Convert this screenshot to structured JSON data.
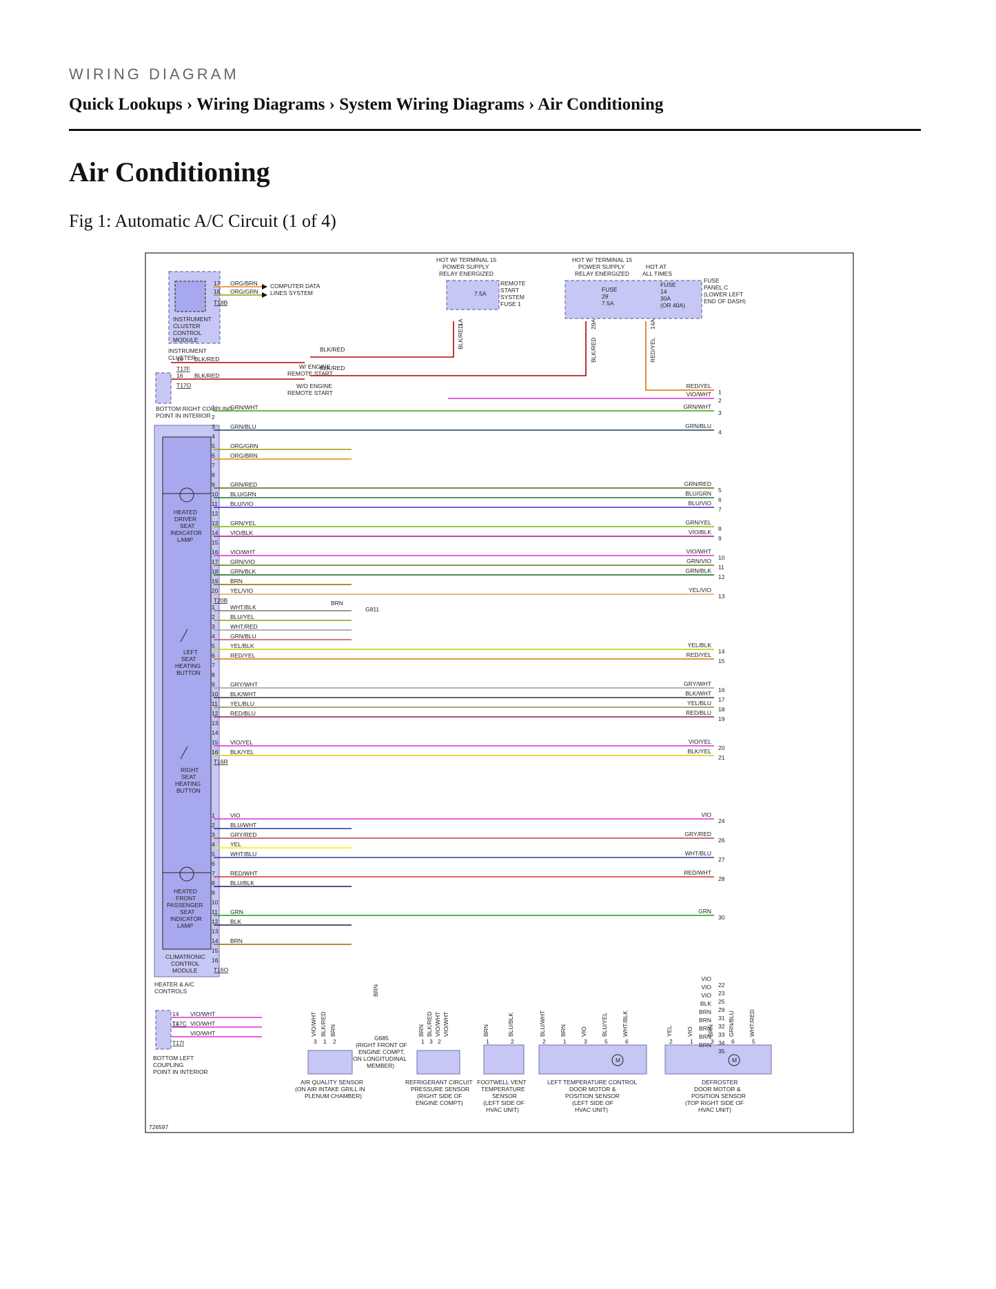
{
  "header": {
    "kicker": "WIRING DIAGRAM",
    "breadcrumb": "Quick Lookups › Wiring Diagrams › System Wiring Diagrams › Air Conditioning",
    "title": "Air Conditioning",
    "figure_caption": "Fig 1: Automatic A/C Circuit (1 of 4)"
  },
  "diagram": {
    "figure_id": "726597",
    "power": {
      "relay1_top": "HOT W/ TERMINAL 15",
      "relay1_mid": "POWER SUPPLY",
      "relay1_bot": "RELAY ENERGIZED",
      "relay2_top": "HOT W/ TERMINAL 15",
      "relay2_mid": "POWER SUPPLY",
      "relay2_bot": "RELAY ENERGIZED",
      "hot_top": "HOT AT",
      "hot_bot": "ALL TIMES",
      "fuse_75": "7.5A",
      "remote_1": "REMOTE",
      "remote_2": "START",
      "remote_3": "SYSTEM",
      "remote_4": "FUSE 1",
      "fuse29_a": "FUSE",
      "fuse29_b": "29",
      "fuse29_c": "7.5A",
      "fuse14_a": "FUSE",
      "fuse14_b": "14",
      "fuse14_c": "30A",
      "fuse14_d": "(OR 40A)",
      "panel_1": "FUSE",
      "panel_2": "PANEL C",
      "panel_3": "(LOWER LEFT",
      "panel_4": "END OF DASH)",
      "pin_1a": "1A",
      "pin_29a": "29A",
      "pin_14a": "14A",
      "wire_blkred": "BLK/RED",
      "wire_redyel": "RED/YEL",
      "eng_rs_1": "W/ ENGINE",
      "eng_rs_2": "REMOTE START",
      "wo_rs_1": "W/O ENGINE",
      "wo_rs_2": "REMOTE START"
    },
    "labels": {
      "ic1": "INSTRUMENT",
      "ic2": "CLUSTER",
      "ic3": "CONTROL",
      "ic4": "MODULE",
      "icm1": "INSTRUMENT",
      "icm2": "CLUSTER",
      "cd1": "COMPUTER DATA",
      "cd2": "LINES SYSTEM",
      "t18b": "T18B",
      "t17f": "T17F",
      "t17o": "T17O",
      "t20b": "T20B",
      "t16r": "T16R",
      "t16o": "T16O",
      "t17c": "T17C",
      "t17i": "T17I",
      "brc1": "BOTTOM RIGHT COUPLING",
      "brc2": "POINT IN INTERIOR",
      "hd1": "HEATED",
      "hd2": "DRIVER",
      "hd3": "SEAT",
      "hd4": "INDICATOR",
      "hd5": "LAMP",
      "ls1": "LEFT",
      "ls2": "SEAT",
      "ls3": "HEATING",
      "ls4": "BUTTON",
      "rs1": "RIGHT",
      "rs2": "SEAT",
      "rs3": "HEATING",
      "rs4": "BUTTON",
      "hp1": "HEATED",
      "hp2": "FRONT",
      "hp3": "PASSENGER",
      "hp4": "SEAT",
      "hp5": "INDICATOR",
      "hp6": "LAMP",
      "cm1": "CLIMATRONIC",
      "cm2": "CONTROL",
      "cm3": "MODULE",
      "hc1": "HEATER & A/C",
      "hc2": "CONTROLS",
      "blc1": "BOTTOM LEFT",
      "blc2": "COUPLING",
      "blc3": "POINT IN INTERIOR",
      "g811": "G811",
      "g685": "G685",
      "g685_1": "(RIGHT FRONT OF",
      "g685_2": "ENGINE COMPT,",
      "g685_3": "ON LONGITUDINAL",
      "g685_4": "MEMBER)",
      "aq1": "AIR QUALITY SENSOR",
      "aq2": "(ON AIR INTAKE GRILL IN",
      "aq3": "PLENUM CHAMBER)",
      "rc1": "REFRIGERANT CIRCUIT",
      "rc2": "PRESSURE SENSOR",
      "rc3": "(RIGHT SIDE OF",
      "rc4": "ENGINE COMPT)",
      "fv1": "FOOTWELL VENT",
      "fv2": "TEMPERATURE",
      "fv3": "SENSOR",
      "fv4": "(LEFT SIDE OF",
      "fv5": "HVAC UNIT)",
      "lt1": "LEFT TEMPERATURE CONTROL",
      "lt2": "DOOR MOTOR &",
      "lt3": "POSITION SENSOR",
      "lt4": "(LEFT SIDE OF",
      "lt5": "HVAC UNIT)",
      "df1": "DEFROSTER",
      "df2": "DOOR MOTOR &",
      "df3": "POSITION SENSOR",
      "df4": "(TOP RIGHT SIDE OF",
      "df5": "HVAC UNIT)",
      "motor": "M"
    },
    "top_wires": [
      {
        "pin": "17",
        "name": "ORG/BRN",
        "color": "#e08a00"
      },
      {
        "pin": "18",
        "name": "ORG/GRN",
        "color": "#8fa000"
      }
    ],
    "coupling_wires": [
      {
        "pin": "16",
        "name": "BLK/RED",
        "color": "#b00000"
      },
      {
        "pin": "16",
        "name": "BLK/RED",
        "color": "#b00000"
      }
    ],
    "t20b_wires": [
      {
        "pin": "1",
        "name": "GRN/WHT",
        "color": "#3aa000",
        "right": "GRN/WHT",
        "num": "3"
      },
      {
        "pin": "2",
        "name": "",
        "color": "",
        "right": "",
        "num": ""
      },
      {
        "pin": "3",
        "name": "GRN/BLU",
        "color": "#1f3a5a",
        "right": "GRN/BLU",
        "num": "4"
      },
      {
        "pin": "4",
        "name": "",
        "color": "",
        "right": "",
        "num": ""
      },
      {
        "pin": "5",
        "name": "ORG/GRN",
        "color": "#8fa000",
        "right": "",
        "num": ""
      },
      {
        "pin": "6",
        "name": "ORG/BRN",
        "color": "#e08a00",
        "right": "",
        "num": ""
      },
      {
        "pin": "7",
        "name": "",
        "color": "",
        "right": "",
        "num": ""
      },
      {
        "pin": "8",
        "name": "",
        "color": "",
        "right": "",
        "num": ""
      },
      {
        "pin": "9",
        "name": "GRN/RED",
        "color": "#6b5a00",
        "right": "GRN/RED",
        "num": "5"
      },
      {
        "pin": "10",
        "name": "BLU/GRN",
        "color": "#1f6a3a",
        "right": "BLU/GRN",
        "num": "6"
      },
      {
        "pin": "11",
        "name": "BLU/VIO",
        "color": "#4b1fd6",
        "right": "BLU/VIO",
        "num": "7"
      },
      {
        "pin": "12",
        "name": "",
        "color": "",
        "right": "",
        "num": ""
      },
      {
        "pin": "13",
        "name": "GRN/YEL",
        "color": "#7ab800",
        "right": "GRN/YEL",
        "num": "8"
      },
      {
        "pin": "14",
        "name": "VIO/BLK",
        "color": "#a0108a",
        "right": "VIO/BLK",
        "num": "9"
      },
      {
        "pin": "15",
        "name": "",
        "color": "",
        "right": "",
        "num": ""
      },
      {
        "pin": "16",
        "name": "VIO/WHT",
        "color": "#e02ad4",
        "right": "VIO/WHT",
        "num": "10"
      },
      {
        "pin": "17",
        "name": "GRN/VIO",
        "color": "#5a7a1a",
        "right": "GRN/VIO",
        "num": "11"
      },
      {
        "pin": "18",
        "name": "GRN/BLK",
        "color": "#0a6a0a",
        "right": "GRN/BLK",
        "num": "12"
      },
      {
        "pin": "19",
        "name": "BRN",
        "color": "#8a6a00",
        "right": "",
        "num": ""
      },
      {
        "pin": "20",
        "name": "YEL/VIO",
        "color": "#e0a060",
        "right": "YEL/VIO",
        "num": "13"
      }
    ],
    "g811_wire": "BRN",
    "t16r_wires": [
      {
        "pin": "1",
        "name": "WHT/BLK",
        "color": "#777777",
        "right": "",
        "num": ""
      },
      {
        "pin": "2",
        "name": "BLU/YEL",
        "color": "#9a9a00",
        "right": "",
        "num": ""
      },
      {
        "pin": "3",
        "name": "WHT/RED",
        "color": "#999999",
        "right": "",
        "num": ""
      },
      {
        "pin": "4",
        "name": "GRN/BLU",
        "color": "#c05050",
        "right": "",
        "num": ""
      },
      {
        "pin": "5",
        "name": "YEL/BLK",
        "color": "#c8c800",
        "right": "YEL/BLK",
        "num": "14"
      },
      {
        "pin": "6",
        "name": "RED/YEL",
        "color": "#e07000",
        "right": "RED/YEL",
        "num": "15"
      },
      {
        "pin": "7",
        "name": "",
        "color": "",
        "right": "",
        "num": ""
      },
      {
        "pin": "8",
        "name": "",
        "color": "",
        "right": "",
        "num": ""
      },
      {
        "pin": "9",
        "name": "GRY/WHT",
        "color": "#9a9a9a",
        "right": "GRY/WHT",
        "num": "16"
      },
      {
        "pin": "10",
        "name": "BLK/WHT",
        "color": "#333333",
        "right": "BLK/WHT",
        "num": "17"
      },
      {
        "pin": "11",
        "name": "YEL/BLU",
        "color": "#8a8a40",
        "right": "YEL/BLU",
        "num": "18"
      },
      {
        "pin": "12",
        "name": "RED/BLU",
        "color": "#a01040",
        "right": "RED/BLU",
        "num": "19"
      },
      {
        "pin": "13",
        "name": "",
        "color": "",
        "right": "",
        "num": ""
      },
      {
        "pin": "14",
        "name": "",
        "color": "",
        "right": "",
        "num": ""
      },
      {
        "pin": "15",
        "name": "VIO/YEL",
        "color": "#e02ad4",
        "right": "VIO/YEL",
        "num": "20"
      },
      {
        "pin": "16",
        "name": "BLK/YEL",
        "color": "#d0d000",
        "right": "BLK/YEL",
        "num": "21"
      }
    ],
    "t16o_wires": [
      {
        "pin": "1",
        "name": "VIO",
        "color": "#e02ad4",
        "right": "VIO",
        "num": "24"
      },
      {
        "pin": "2",
        "name": "BLU/WHT",
        "color": "#2a2a8a",
        "right": "",
        "num": ""
      },
      {
        "pin": "3",
        "name": "GRY/RED",
        "color": "#b04040",
        "right": "GRY/RED",
        "num": "26"
      },
      {
        "pin": "4",
        "name": "YEL",
        "color": "#f0f000",
        "right": "",
        "num": ""
      },
      {
        "pin": "5",
        "name": "WHT/BLU",
        "color": "#2a3aa0",
        "right": "WHT/BLU",
        "num": "27"
      },
      {
        "pin": "6",
        "name": "",
        "color": "",
        "right": "",
        "num": ""
      },
      {
        "pin": "7",
        "name": "RED/WHT",
        "color": "#d03030",
        "right": "RED/WHT",
        "num": "28"
      },
      {
        "pin": "8",
        "name": "BLU/BLK",
        "color": "#1a1a6a",
        "right": "",
        "num": ""
      },
      {
        "pin": "9",
        "name": "",
        "color": "",
        "right": "",
        "num": ""
      },
      {
        "pin": "10",
        "name": "",
        "color": "",
        "right": "",
        "num": ""
      },
      {
        "pin": "11",
        "name": "GRN",
        "color": "#10a010",
        "right": "GRN",
        "num": "30"
      },
      {
        "pin": "12",
        "name": "BLK",
        "color": "#222222",
        "right": "",
        "num": ""
      },
      {
        "pin": "13",
        "name": "",
        "color": "",
        "right": "",
        "num": ""
      },
      {
        "pin": "14",
        "name": "BRN",
        "color": "#8a6a00",
        "right": "",
        "num": ""
      },
      {
        "pin": "15",
        "name": "",
        "color": "",
        "right": "",
        "num": ""
      },
      {
        "pin": "16",
        "name": "",
        "color": "",
        "right": "",
        "num": ""
      }
    ],
    "right_top": [
      {
        "name": "RED/YEL",
        "num": "1"
      },
      {
        "name": "VIO/WHT",
        "num": "2"
      }
    ],
    "right_extra": [
      {
        "name": "VIO",
        "num": "22"
      },
      {
        "name": "VIO",
        "num": "23"
      },
      {
        "name": "VIO",
        "num": "25"
      },
      {
        "name": "BLK",
        "num": "29"
      },
      {
        "name": "BRN",
        "num": "31"
      },
      {
        "name": "BRN",
        "num": "32"
      },
      {
        "name": "BRN",
        "num": "33"
      },
      {
        "name": "BRN",
        "num": "34"
      },
      {
        "name": "BRN",
        "num": "35"
      }
    ],
    "bottom_left_wires": [
      {
        "pin": "14",
        "name": "VIO/WHT"
      },
      {
        "pin": "14",
        "name": "VIO/WHT"
      },
      {
        "pin": "",
        "name": "VIO/WHT"
      }
    ],
    "sensor_wires": {
      "aq": [
        {
          "pin": "3",
          "name": "VIO/WHT"
        },
        {
          "pin": "1",
          "name": "BLK/RED"
        },
        {
          "pin": "2",
          "name": "BRN"
        }
      ],
      "g685_wire": "BRN",
      "rc": [
        {
          "pin": "1",
          "name": "BRN"
        },
        {
          "pin": "3",
          "name": "BLK/RED"
        },
        {
          "pin": "2",
          "name": "VIO/WHT"
        },
        {
          "pin": "",
          "name": "VIO/WHT"
        }
      ],
      "fv": [
        {
          "pin": "1",
          "name": "BRN"
        },
        {
          "pin": "2",
          "name": "BLU/BLK"
        }
      ],
      "lt": [
        {
          "pin": "2",
          "name": "BLU/WHT"
        },
        {
          "pin": "1",
          "name": "BRN"
        },
        {
          "pin": "3",
          "name": "VIO"
        },
        {
          "pin": "5",
          "name": "BLU/YEL"
        },
        {
          "pin": "6",
          "name": "WHT/BLK"
        }
      ],
      "df": [
        {
          "pin": "2",
          "name": "YEL"
        },
        {
          "pin": "1",
          "name": "VIO"
        },
        {
          "pin": "3",
          "name": "BRN"
        },
        {
          "pin": "6",
          "name": "GRN/BLU"
        },
        {
          "pin": "5",
          "name": "WHT/RED"
        }
      ]
    }
  }
}
